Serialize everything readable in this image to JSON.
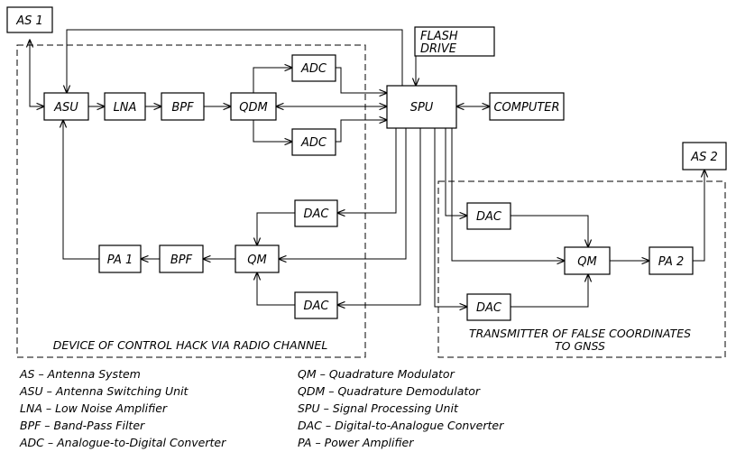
{
  "blocks": {
    "as1": "AS 1",
    "as2": "AS 2",
    "flash_line1": "FLASH",
    "flash_line2": "DRIVE",
    "asu": "ASU",
    "lna": "LNA",
    "bpf_rx": "BPF",
    "qdm": "QDM",
    "adc_top": "ADC",
    "adc_bottom": "ADC",
    "spu": "SPU",
    "computer": "COMPUTER",
    "dac_left_top": "DAC",
    "dac_left_bottom": "DAC",
    "qm_left": "QM",
    "bpf_tx": "BPF",
    "pa1": "PA 1",
    "dac_right_top": "DAC",
    "dac_right_bottom": "DAC",
    "qm_right": "QM",
    "pa2": "PA 2"
  },
  "regions": {
    "left_label": "DEVICE OF CONTROL HACK VIA RADIO CHANNEL",
    "right_label_line1": "TRANSMITTER OF FALSE COORDINATES",
    "right_label_line2": "TO GNSS"
  },
  "legend_left": [
    "AS – Antenna System",
    "ASU – Antenna Switching Unit",
    "LNA – Low Noise Amplifier",
    "BPF – Band-Pass Filter",
    "ADC – Analogue-to-Digital Converter"
  ],
  "legend_right": [
    "QM – Quadrature Modulator",
    "QDM – Quadrature Demodulator",
    "SPU – Signal Processing Unit",
    "DAC – Digital-to-Analogue Converter",
    "PA – Power Amplifier"
  ]
}
